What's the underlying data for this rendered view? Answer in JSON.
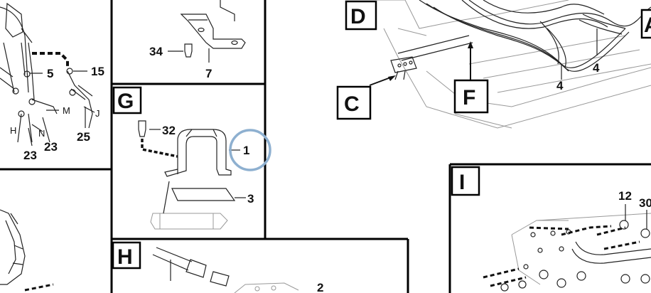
{
  "sections": {
    "D": "D",
    "C": "C",
    "F": "F",
    "A": "A",
    "G": "G",
    "H": "H",
    "I": "I"
  },
  "callouts": {
    "c5": "5",
    "c15": "15",
    "cM": "M",
    "cJ": "J",
    "cH": "H",
    "cN": "N",
    "c23a": "23",
    "c23b": "23",
    "c25": "25",
    "c34": "34",
    "c7": "7",
    "c32": "32",
    "c1": "1",
    "c3": "3",
    "c4a": "4",
    "c4b": "4",
    "c2": "2",
    "c12": "12",
    "c30": "30"
  },
  "highlight_color": "#8eb0d0"
}
